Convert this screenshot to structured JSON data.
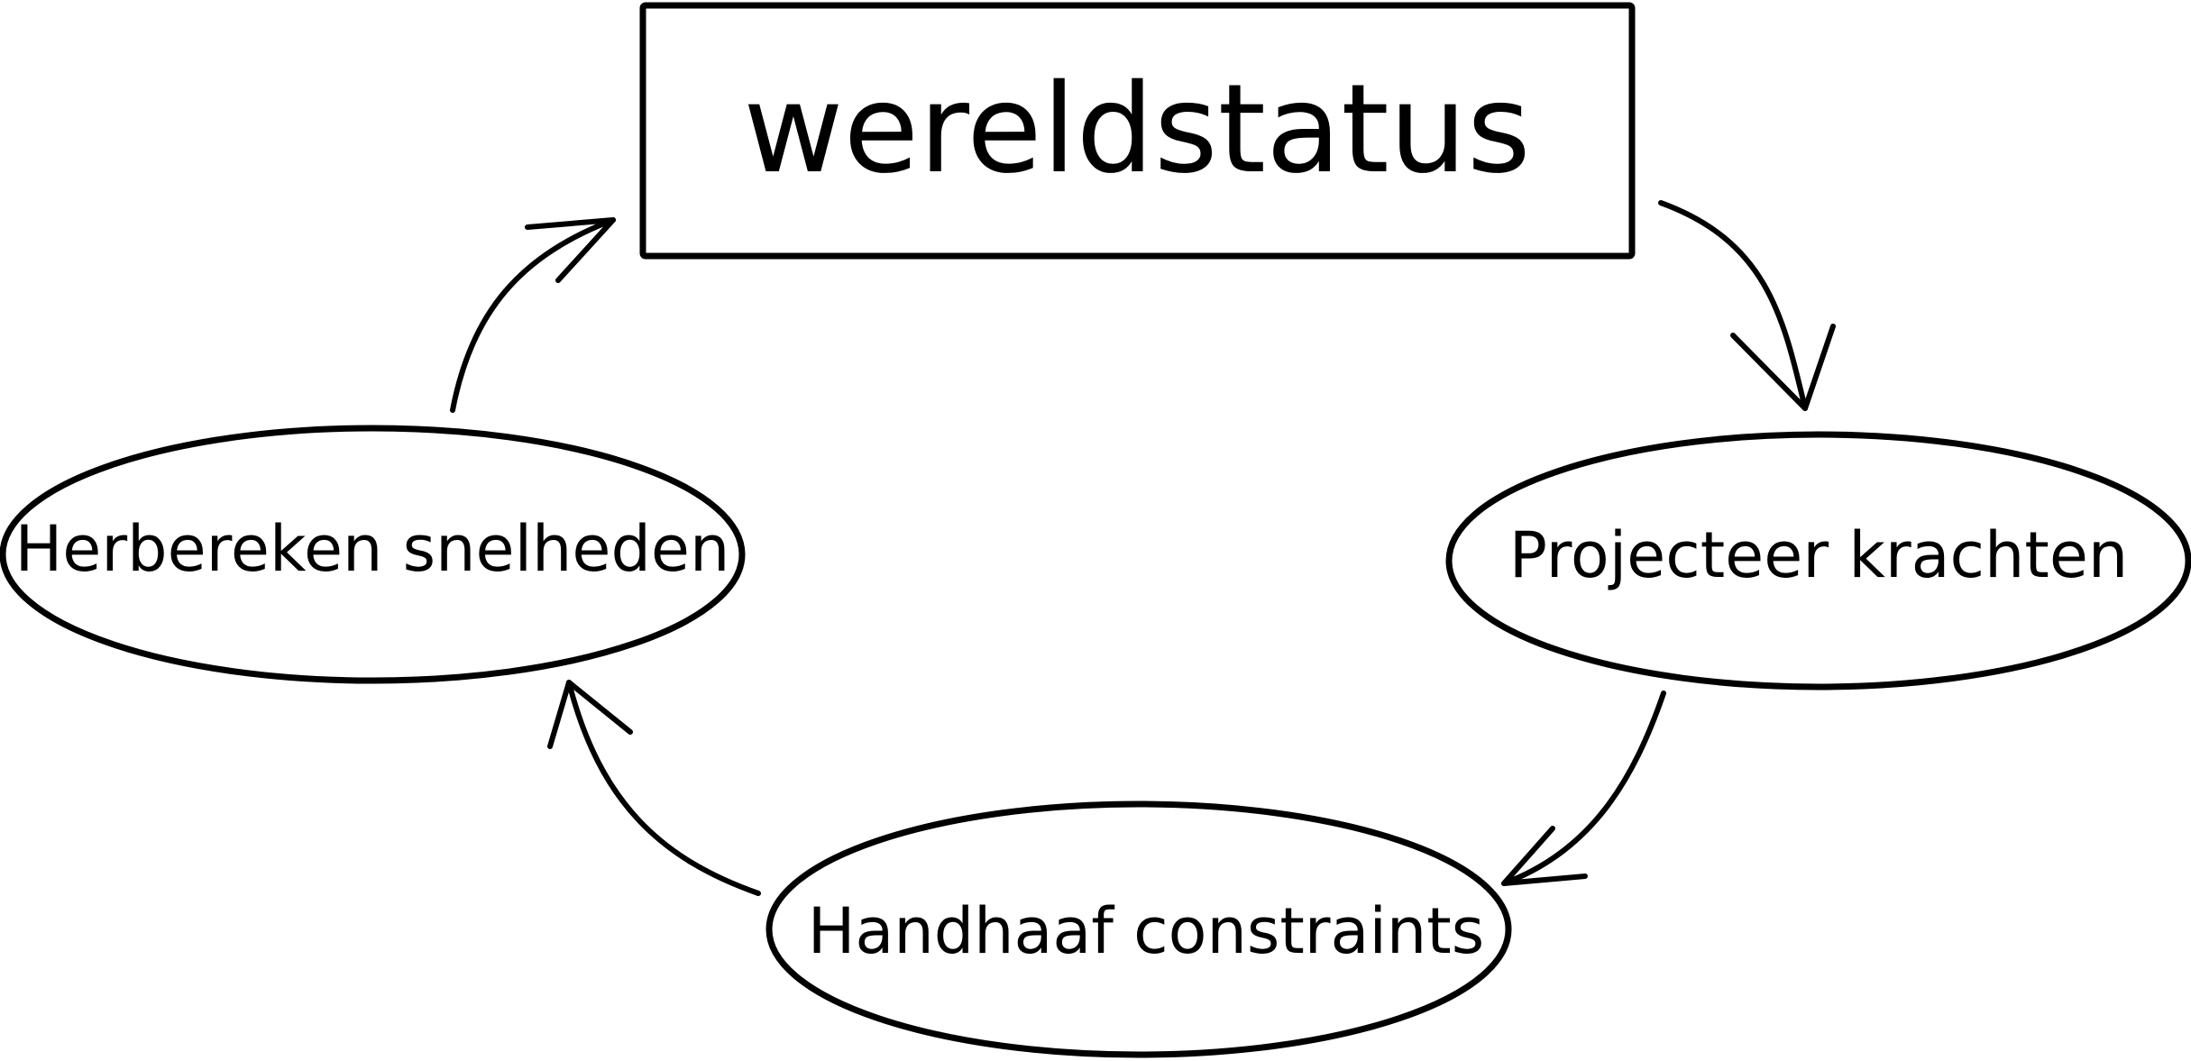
{
  "diagram": {
    "type": "cycle",
    "colors": {
      "stroke": "#000000",
      "text": "#000000",
      "background": "#ffffff"
    },
    "nodes": {
      "world_state": {
        "label": "wereldstatus",
        "shape": "rectangle"
      },
      "project_forces": {
        "label": "Projecteer krachten",
        "shape": "ellipse"
      },
      "enforce_constraints": {
        "label": "Handhaaf constraints",
        "shape": "ellipse"
      },
      "recompute_velocities": {
        "label": "Herbereken snelheden",
        "shape": "ellipse"
      }
    },
    "edges": [
      {
        "from": "wereldstatus",
        "to": "Projecteer krachten"
      },
      {
        "from": "Projecteer krachten",
        "to": "Handhaaf constraints"
      },
      {
        "from": "Handhaaf constraints",
        "to": "Herbereken snelheden"
      },
      {
        "from": "Herbereken snelheden",
        "to": "wereldstatus"
      }
    ]
  }
}
